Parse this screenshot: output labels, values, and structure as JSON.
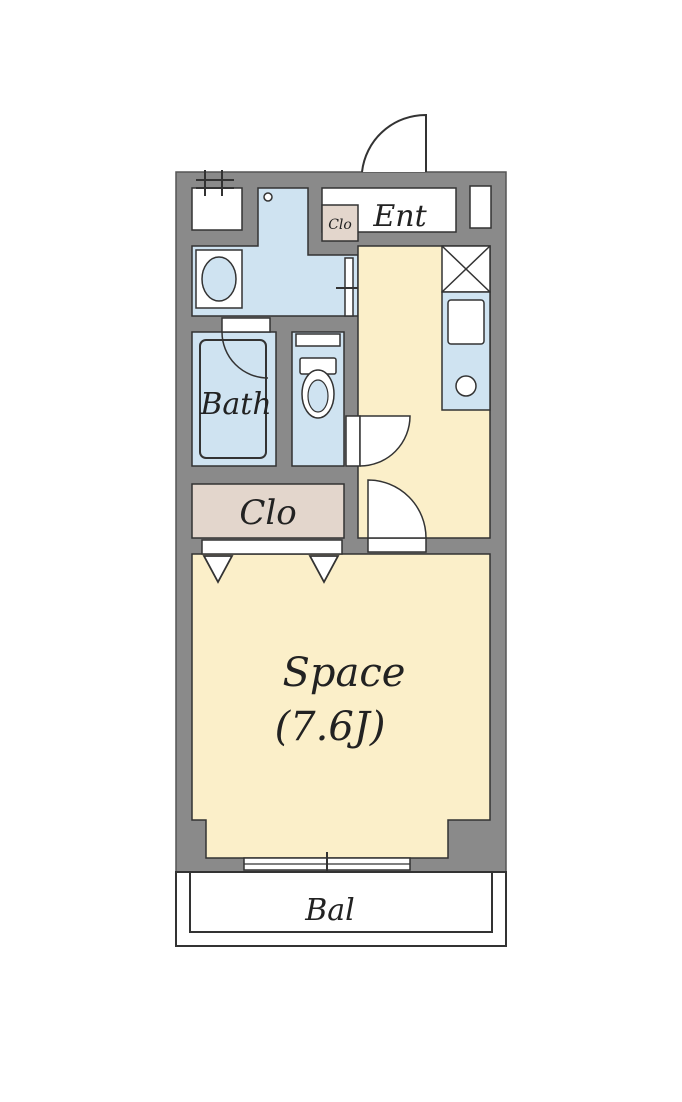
{
  "plan": {
    "rooms": {
      "entrance": "Ent",
      "entrance_closet": "Clo",
      "bath": "Bath",
      "closet": "Clo",
      "space": "Space",
      "space_size": "(7.6J)",
      "balcony": "Bal"
    }
  },
  "colors": {
    "wall": "#8a8a8a",
    "wet_area": "#cfe3f1",
    "living_area": "#fbefc9",
    "closet": "#e3d6cc",
    "line": "#333333"
  }
}
